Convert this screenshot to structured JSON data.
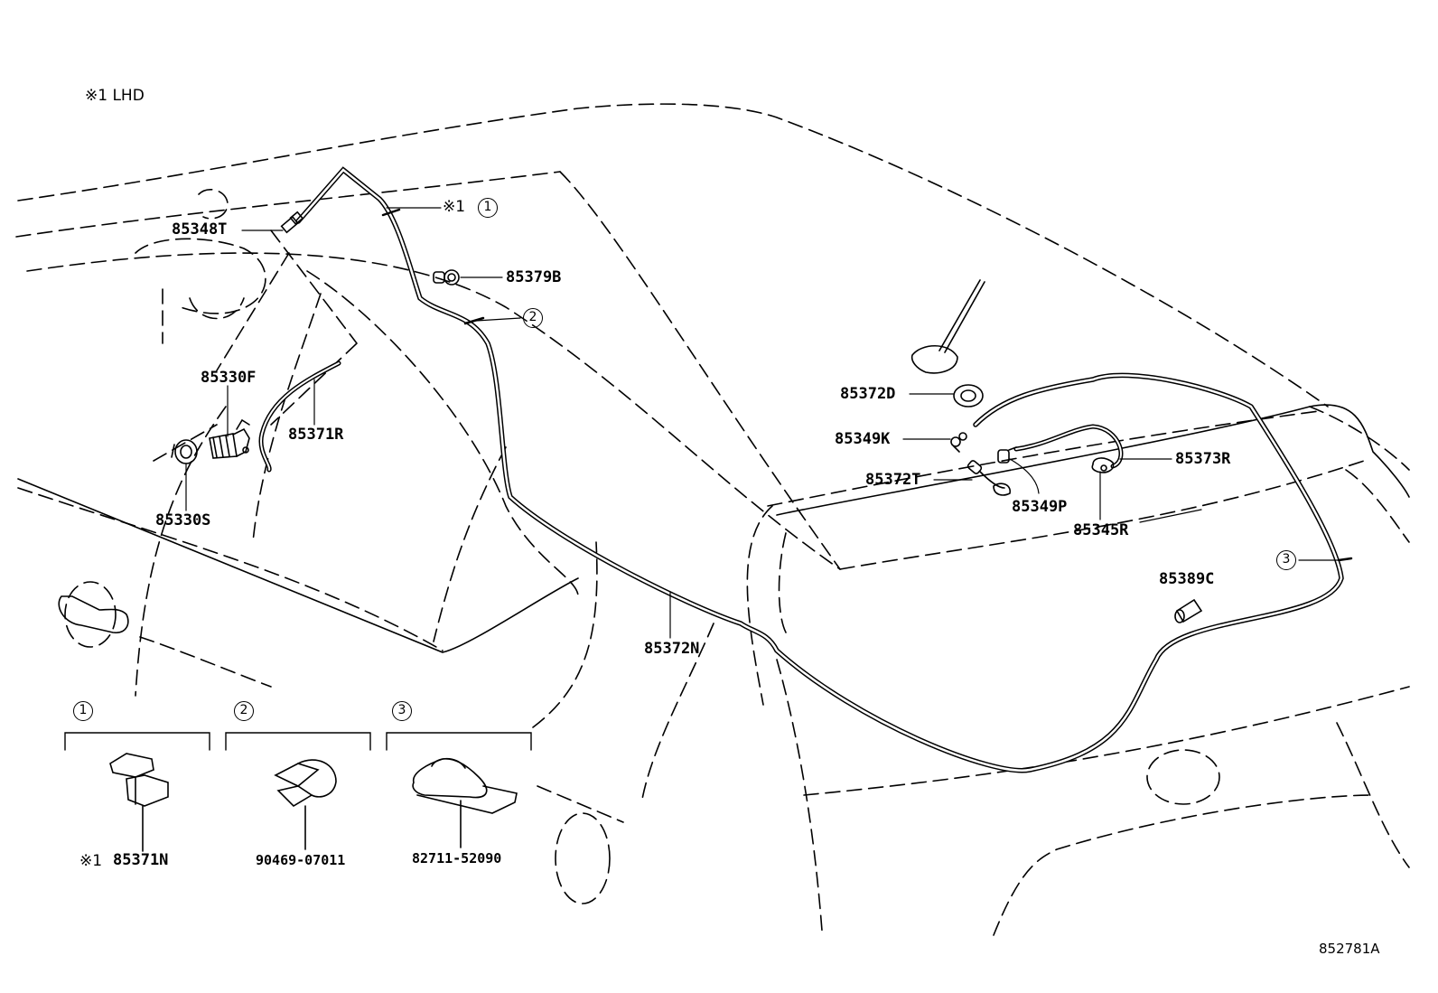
{
  "header": {
    "note_label": "※1 LHD"
  },
  "parts": {
    "p85348T": "85348T",
    "p85379B": "85379B",
    "p85330F": "85330F",
    "p85371R": "85371R",
    "p85330S": "85330S",
    "p85372N": "85372N",
    "p85372D": "85372D",
    "p85349K": "85349K",
    "p85372T": "85372T",
    "p85349P": "85349P",
    "p85373R": "85373R",
    "p85345R": "85345R",
    "p85389C": "85389C"
  },
  "callouts": {
    "c1_prefix": "※1",
    "c1": "1",
    "c2": "2",
    "c3": "3"
  },
  "detail_boxes": [
    {
      "num": "1",
      "prefix": "※1",
      "part": "85371N"
    },
    {
      "num": "2",
      "part": "90469-07011"
    },
    {
      "num": "3",
      "part": "82711-52090"
    }
  ],
  "footer": {
    "illustration_code": "852781A"
  }
}
